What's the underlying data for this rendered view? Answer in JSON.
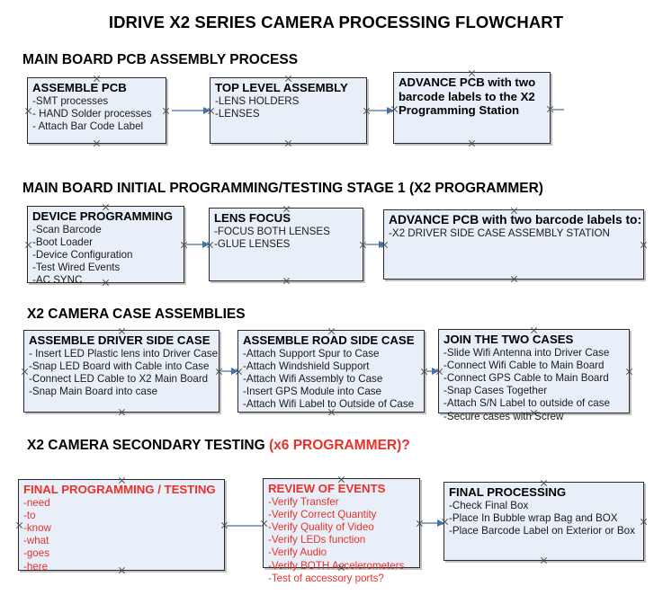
{
  "title": "IDRIVE X2  SERIES CAMERA PROCESSING FLOWCHART",
  "colors": {
    "box_fill": "#e9eff8",
    "box_border": "#2b2b2b",
    "accent_red": "#e8312a",
    "arrow": "#8aa6c2",
    "arrow_head": "#4472a8",
    "text": "#000000"
  },
  "sections": [
    {
      "id": "main-board-pcb-assembly",
      "heading": "MAIN BOARD PCB ASSEMBLY PROCESS",
      "heading_red": "",
      "boxes": [
        {
          "id": "assemble-pcb",
          "header": "ASSEMBLE PCB",
          "lines": [
            "-SMT processes",
            "- HAND Solder processes",
            "- Attach Bar Code Label"
          ],
          "red": false
        },
        {
          "id": "top-level-assembly",
          "header": "TOP LEVEL ASSEMBLY",
          "lines": [
            "-LENS HOLDERS",
            "-LENSES"
          ],
          "red": false
        },
        {
          "id": "advance-pcb-programming-station",
          "header": "ADVANCE PCB with two barcode labels to the  X2 Programming Station",
          "lines": [],
          "red": false
        }
      ]
    },
    {
      "id": "main-board-initial-programming",
      "heading": "MAIN BOARD INITIAL PROGRAMMING/TESTING STAGE 1 (X2 PROGRAMMER)",
      "heading_red": "",
      "boxes": [
        {
          "id": "device-programming",
          "header": "DEVICE PROGRAMMING",
          "lines": [
            "-Scan Barcode",
            "-Boot Loader",
            "-Device Configuration",
            "-Test Wired Events",
            "-AC SYNC"
          ],
          "red": false
        },
        {
          "id": "lens-focus",
          "header": "LENS FOCUS",
          "lines": [
            "-FOCUS BOTH LENSES",
            "-GLUE LENSES"
          ],
          "red": false
        },
        {
          "id": "advance-pcb-driver-side-case",
          "header": "ADVANCE PCB with two barcode labels to:",
          "lines": [
            "-X2 DRIVER  SIDE  CASE  ASSEMBLY STATION"
          ],
          "red": false
        }
      ]
    },
    {
      "id": "x2-camera-case-assemblies",
      "heading": "X2 CAMERA CASE ASSEMBLIES",
      "heading_red": "",
      "boxes": [
        {
          "id": "assemble-driver-side-case",
          "header": "ASSEMBLE DRIVER SIDE CASE",
          "lines": [
            "- Insert LED Plastic lens into Driver Case",
            "-Snap LED Board with Cable into Case",
            "-Connect LED Cable to X2 Main Board",
            "-Snap Main Board into case"
          ],
          "red": false
        },
        {
          "id": "assemble-road-side-case",
          "header": "ASSEMBLE ROAD SIDE CASE",
          "lines": [
            "-Attach Support Spur to Case",
            "-Attach Windshield Support",
            "-Attach Wifi Assembly to Case",
            "-Insert GPS Module into Case",
            "-Attach Wifi Label to Outside of Case"
          ],
          "red": false
        },
        {
          "id": "join-the-two-cases",
          "header": "JOIN THE TWO CASES",
          "lines": [
            "-Slide Wifi Antenna into Driver Case",
            "-Connect Wifi Cable to Main Board",
            "-Connect GPS Cable to Main Board",
            "-Snap Cases Together",
            "-Attach S/N Label to outside of case",
            "-Secure cases with Screw"
          ],
          "red": false
        }
      ]
    },
    {
      "id": "x2-camera-secondary-testing",
      "heading": "X2 CAMERA SECONDARY TESTING ",
      "heading_red": "(x6 PROGRAMMER)?",
      "boxes": [
        {
          "id": "final-programming-testing",
          "header": "FINAL PROGRAMMING / TESTING",
          "lines": [
            "-need",
            "-to",
            "-know",
            "-what",
            "-goes",
            "-here"
          ],
          "red": true
        },
        {
          "id": "review-of-events",
          "header": "REVIEW OF EVENTS",
          "lines": [
            "-Verify Transfer",
            "-Verify Correct Quantity",
            "-Verify Quality of Video",
            "-Verify LEDs function",
            "-Verify Audio",
            "-Verify BOTH Accelerometers",
            "-Test of accessory ports?"
          ],
          "red": true
        },
        {
          "id": "final-processing",
          "header": "FINAL PROCESSING",
          "lines": [
            " -Check Final Box",
            "-Place In Bubble wrap Bag and BOX",
            "-Place Barcode Label on Exterior or Box"
          ],
          "red": false
        }
      ]
    }
  ]
}
